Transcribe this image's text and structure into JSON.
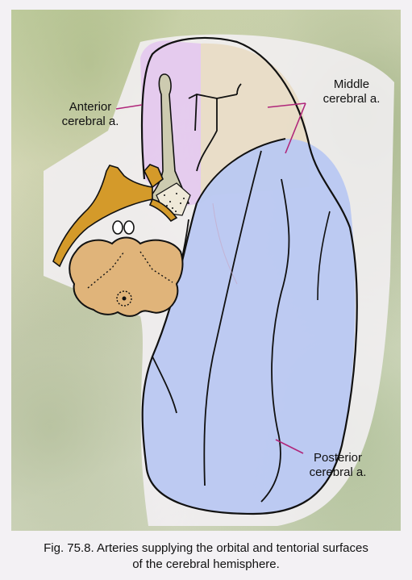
{
  "labels": {
    "anterior_line1": "Anterior",
    "anterior_line2": "cerebral a.",
    "middle_line1": "Middle",
    "middle_line2": "cerebral a.",
    "posterior_line1": "Posterior",
    "posterior_line2": "cerebral a."
  },
  "caption": {
    "line1": "Fig. 75.8. Arteries supplying the orbital and tentorial surfaces",
    "line2": "of the cerebral hemisphere."
  },
  "colors": {
    "anterior_region": "#e3c8ee",
    "middle_region": "#e8dcc4",
    "posterior_region": "#b9c8f2",
    "brainstem": "#e0b47a",
    "bone_bar": "#d49a2a",
    "outline": "#111111"
  }
}
